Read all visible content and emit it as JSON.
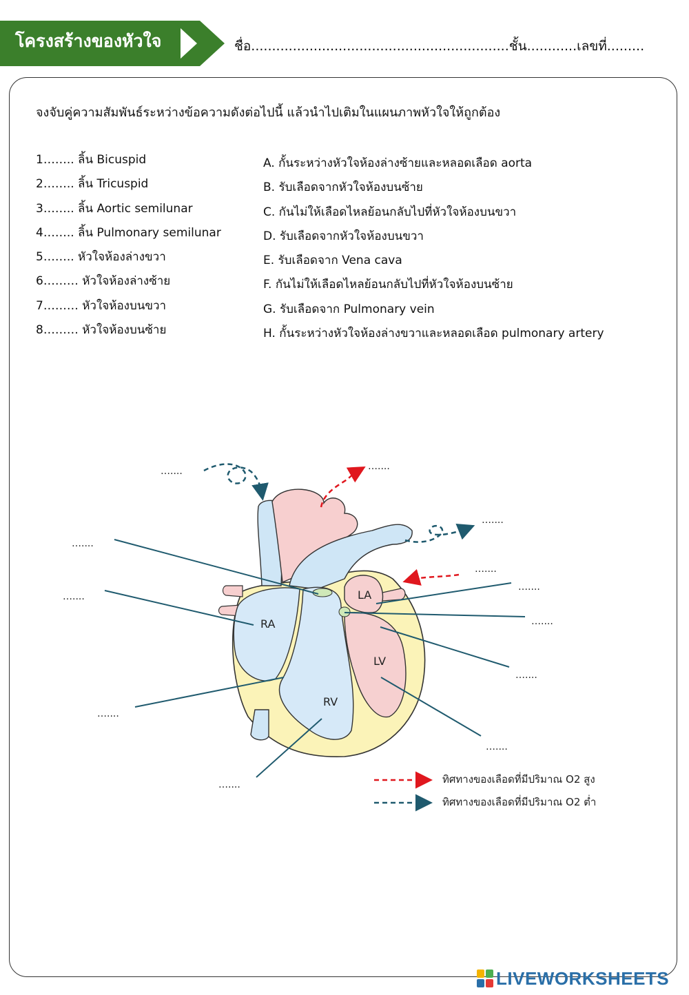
{
  "header": {
    "title": "โครงสร้างของหัวใจ",
    "name_line": "ชื่อ..............................................................ชั้น............เลขที่........."
  },
  "instruction": "จงจับคู่ความสัมพันธ์ระหว่างข้อความดังต่อไปนี้ แล้วนำไปเติมในแผนภาพหัวใจให้ถูกต้อง",
  "left_items": [
    "1…….. ลิ้น Bicuspid",
    "2…….. ลิ้น Tricuspid",
    "3…….. ลิ้น Aortic semilunar",
    "4…….. ลิ้น Pulmonary semilunar",
    "5…….. หัวใจห้องล่างขวา",
    "6……… หัวใจห้องล่างซ้าย",
    "7……… หัวใจห้องบนขวา",
    "8……… หัวใจห้องบนซ้าย"
  ],
  "right_items": [
    "A. กั้นระหว่างหัวใจห้องล่างซ้ายและหลอดเลือด aorta",
    "B. รับเลือดจากหัวใจห้องบนซ้าย",
    "C. กันไม่ให้เลือดไหลย้อนกลับไปที่หัวใจห้องบนขวา",
    "D. รับเลือดจากหัวใจห้องบนขวา",
    "E. รับเลือดจาก Vena cava",
    "F. กันไม่ให้เลือดไหลย้อนกลับไปที่หัวใจห้องบนซ้าย",
    "G. รับเลือดจาก Pulmonary vein",
    "H. กั้นระหว่างหัวใจห้องล่างขวาและหลอดเลือด pulmonary artery"
  ],
  "diagram": {
    "blank": "…....",
    "chambers": {
      "ra": "RA",
      "rv": "RV",
      "la": "LA",
      "lv": "LV"
    }
  },
  "legend": {
    "high_o2": "ทิศทางของเลือดที่มีปริมาณ O2 สูง",
    "low_o2": "ทิศทางของเลือดที่มีปริมาณ O2 ต่ำ",
    "high_color": "#e0171e",
    "low_color": "#1f5a6e"
  },
  "brand": {
    "text": "LIVEWORKSHEETS"
  }
}
